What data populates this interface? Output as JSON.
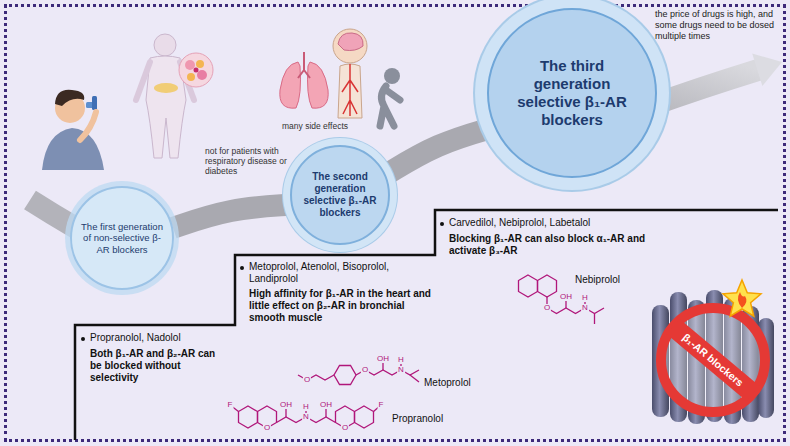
{
  "diagram": {
    "nodes": [
      {
        "text": [
          "The first generation of non-selective β-AR blockers"
        ]
      },
      {
        "text": [
          "The second generation selective β₁-AR blockers"
        ]
      },
      {
        "text": [
          "The third generation selective β₁-AR blockers"
        ]
      }
    ],
    "edges": [
      {
        "from": 0,
        "to": 1,
        "arrow": "none"
      },
      {
        "from": 1,
        "to": 2,
        "arrow": "none"
      }
    ],
    "labels": [
      "not for patients with respiratory disease or diabetes",
      "many side effects",
      "the price of drugs is high, and some drugs need to be dosed multiple times",
      "Propranolol, Nadolol",
      "Both β₁-AR and β₂-AR can be blocked without selectivity",
      "Metoprolol, Atenolol, Bisoprolol, Landiprolol",
      "High affinity for β₁-AR in the heart and little effect on β₂-AR in bronchial smooth muscle",
      "Carvedilol, Nebiprolol, Labetalol",
      "Blocking β₁-AR can also block α₁-AR and activate β₃-AR",
      "Propranolol",
      "Metoprolol",
      "Nebiprolol",
      "β₁-AR blockers",
      "F",
      "O",
      "OH",
      "N",
      "H",
      "OH",
      "O",
      "F",
      "O",
      "O",
      "OH",
      "N",
      "H",
      "O",
      "OH",
      "N",
      "H"
    ]
  }
}
